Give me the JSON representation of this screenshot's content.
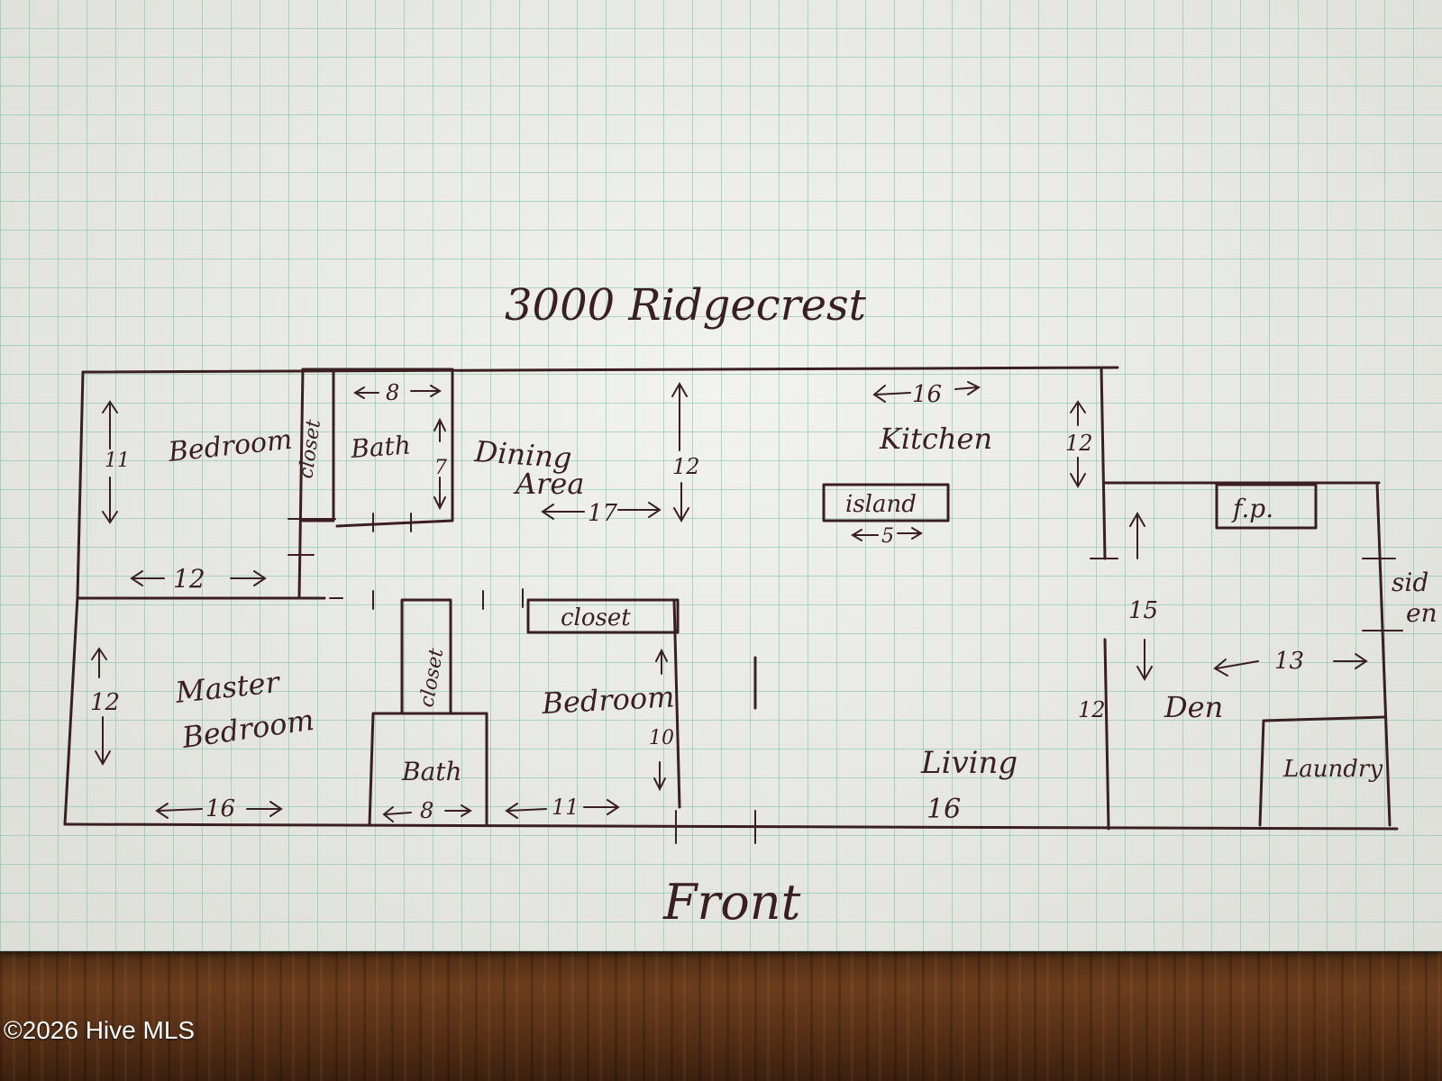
{
  "title": "3000 Ridgecrest",
  "footer_label": "Front",
  "copyright": "©2026 Hive MLS",
  "colors": {
    "ink": "#3a1f22",
    "paper": "#ebebe6",
    "grid": "#78beaa"
  },
  "rooms": {
    "bedroom": "Bedroom",
    "closet_1": "closet",
    "bath_1": "Bath",
    "dining_line1": "Dining",
    "dining_line2": "Area",
    "kitchen": "Kitchen",
    "island": "island",
    "fireplace": "f.p.",
    "side_entry_1": "sid",
    "side_entry_2": "en",
    "master_line1": "Master",
    "master_line2": "Bedroom",
    "closet_2": "closet",
    "bath_2": "Bath",
    "closet_3": "closet",
    "bedroom_2": "Bedroom",
    "living": "Living",
    "den": "Den",
    "laundry": "Laundry"
  },
  "dimensions": {
    "bedroom_h": "11",
    "bedroom_w": "12",
    "bath1_w": "8",
    "bath1_h": "7",
    "dining_w": "17",
    "dining_h": "12",
    "kitchen_w": "16",
    "kitchen_h": "12",
    "island_w": "5",
    "master_h": "12",
    "master_w": "16",
    "bath2_w": "8",
    "bedroom2_w": "11",
    "bedroom2_h": "10",
    "living_w": "16",
    "den_v": "15",
    "den_w": "13",
    "den_h": "12"
  }
}
